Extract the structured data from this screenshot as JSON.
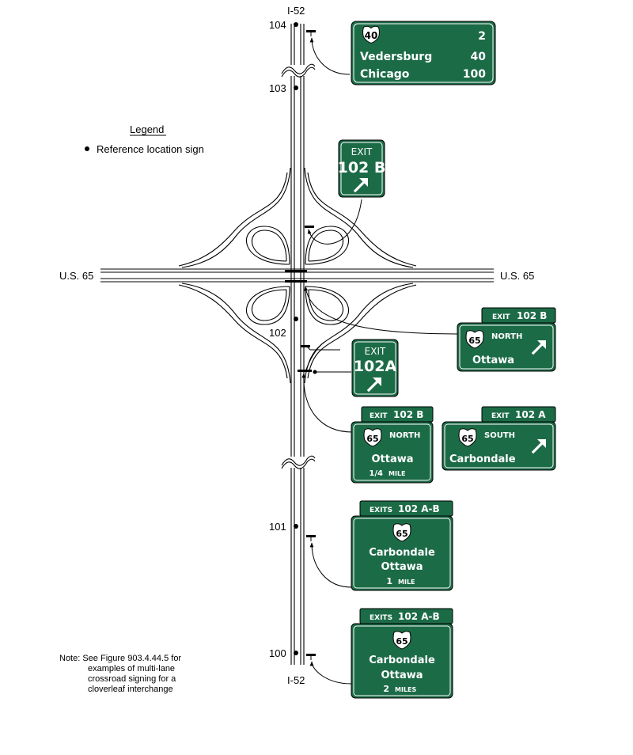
{
  "route_labels": {
    "interstate_top": "I-52",
    "interstate_bottom": "I-52",
    "us_left": "U.S. 65",
    "us_right": "U.S. 65"
  },
  "mileposts": [
    "104",
    "103",
    "102",
    "101",
    "100"
  ],
  "legend": {
    "title": "Legend",
    "item": "Reference location sign"
  },
  "note": {
    "lines": [
      "Note:  See Figure 903.4.44.5 for",
      "examples of multi-lane",
      "crossroad signing for a",
      "cloverleaf interchange"
    ]
  },
  "signs": {
    "distance": {
      "shield": "40",
      "rows": [
        {
          "dest": "",
          "miles": "2"
        },
        {
          "dest": "Vedersburg",
          "miles": "40"
        },
        {
          "dest": "Chicago",
          "miles": "100"
        }
      ]
    },
    "exit_102b_gore": {
      "top": "EXIT",
      "number": "102 B",
      "arrow": "up-right-arrow"
    },
    "exit_102a_gore": {
      "top": "EXIT",
      "number": "102A",
      "arrow": "up-right-arrow"
    },
    "exit_102b_action": {
      "tab_word": "EXIT",
      "tab_num": "102 B",
      "shield": "65",
      "direction": "NORTH",
      "dest": "Ottawa",
      "arrow": "up-right-arrow"
    },
    "exit_102b_advance": {
      "tab_word": "EXIT",
      "tab_num": "102 B",
      "shield": "65",
      "direction": "NORTH",
      "dest": "Ottawa",
      "frac": "1/4",
      "unit": "MILE"
    },
    "exit_102a_action": {
      "tab_word": "EXIT",
      "tab_num": "102 A",
      "shield": "65",
      "direction": "SOUTH",
      "dest": "Carbondale",
      "arrow": "up-right-arrow"
    },
    "exits_1mile": {
      "tab_word": "EXITS",
      "tab_num": "102 A-B",
      "shield": "65",
      "dest1": "Carbondale",
      "dest2": "Ottawa",
      "dist": "1",
      "unit": "MILE"
    },
    "exits_2miles": {
      "tab_word": "EXITS",
      "tab_num": "102 A-B",
      "shield": "65",
      "dest1": "Carbondale",
      "dest2": "Ottawa",
      "dist": "2",
      "unit": "MILES"
    }
  },
  "colors": {
    "sign_green": "#1c6b47",
    "line": "#000000",
    "background": "#ffffff"
  }
}
